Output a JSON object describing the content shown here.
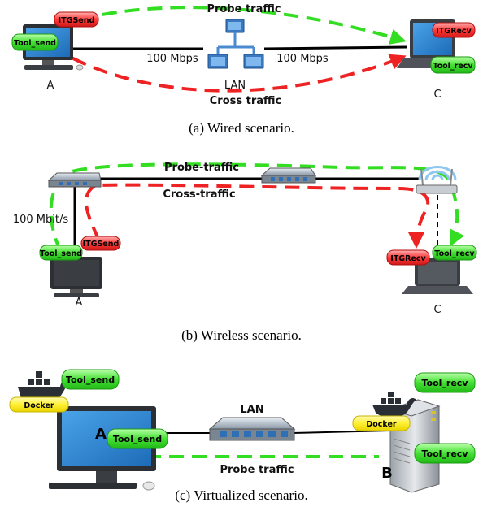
{
  "scenario_a": {
    "caption": "(a) Wired scenario.",
    "probe_label": "Probe traffic",
    "cross_label": "Cross traffic",
    "lan_label": "LAN",
    "link_left": "100 Mbps",
    "link_right": "100 Mbps",
    "host_a": "A",
    "host_c": "C",
    "badge_itgsend": "ITGSend",
    "badge_tool_send": "Tool_send",
    "badge_itgrecv": "ITGRecv",
    "badge_tool_recv": "Tool_recv"
  },
  "scenario_b": {
    "caption": "(b) Wireless scenario.",
    "probe_label": "Probe-traffic",
    "cross_label": "Cross-traffic",
    "link_label": "100 Mbit/s",
    "host_a": "A",
    "host_c": "C",
    "badge_itgsend": "ITGSend",
    "badge_tool_send": "Tool_send",
    "badge_itgrecv": "ITGRecv",
    "badge_tool_recv": "Tool_recv"
  },
  "scenario_c": {
    "caption": "(c) Virtualized scenario.",
    "lan_label": "LAN",
    "probe_label": "Probe traffic",
    "host_a": "A",
    "host_b": "B",
    "docker_left": "Docker",
    "docker_right": "Docker",
    "badge_tool_send_top": "Tool_send",
    "badge_tool_send_screen": "Tool_send",
    "badge_tool_recv_top": "Tool_recv",
    "badge_tool_recv_server": "Tool_recv"
  },
  "colors": {
    "probe": "#33dd22",
    "cross": "#ee2222",
    "badge_green": "#55ee44",
    "badge_red": "#ff3333",
    "badge_yellow": "#ffee33"
  }
}
